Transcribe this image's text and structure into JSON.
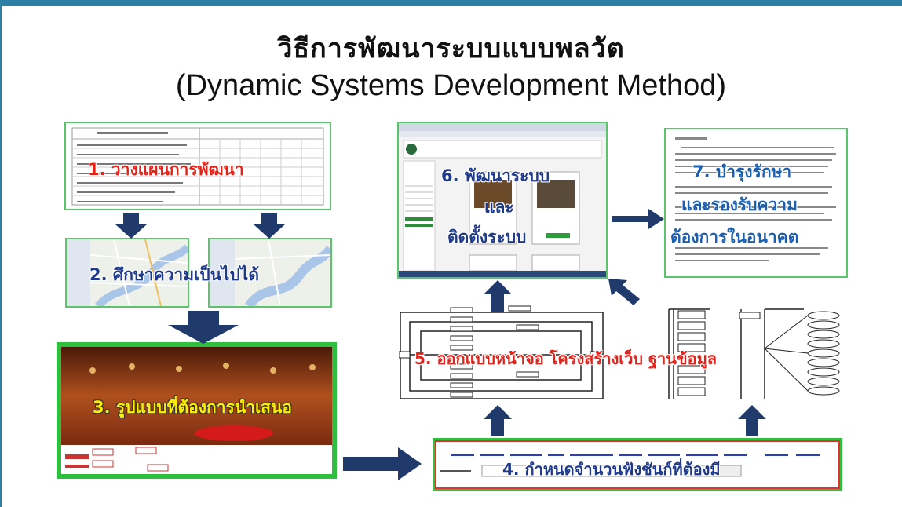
{
  "title_th": "วิธีการพัฒนาระบบแบบพลวัต",
  "title_en": "(Dynamic Systems Development Method)",
  "steps": {
    "s1": "1. วางแผนการพัฒนา",
    "s2": "2. ศึกษาความเป็นไปได้",
    "s3": "3. รูปแบบที่ต้องการนำเสนอ",
    "s4": "4. กำหนดจำนวนฟังชันก์ที่ต้องมี",
    "s5": "5. ออกแบบหน้าจอ โครงสร้างเว็บ ฐานข้อมูล",
    "s6_line1": "6. พัฒนาระบบ",
    "s6_line2": "และ",
    "s6_line3": "ติดตั้งระบบ",
    "s7_line1": "7. บำรุงรักษา",
    "s7_line2": "และรองรับความ",
    "s7_line3": "ต้องการในอนาคต"
  },
  "colors": {
    "accent_green": "#5cc46a",
    "arrow_navy": "#1f3a6b",
    "step_red": "#e2231a",
    "step_blue": "#1a4fa0",
    "step_yellow": "#ffee00",
    "step_darkblue": "#1f3a8a"
  }
}
